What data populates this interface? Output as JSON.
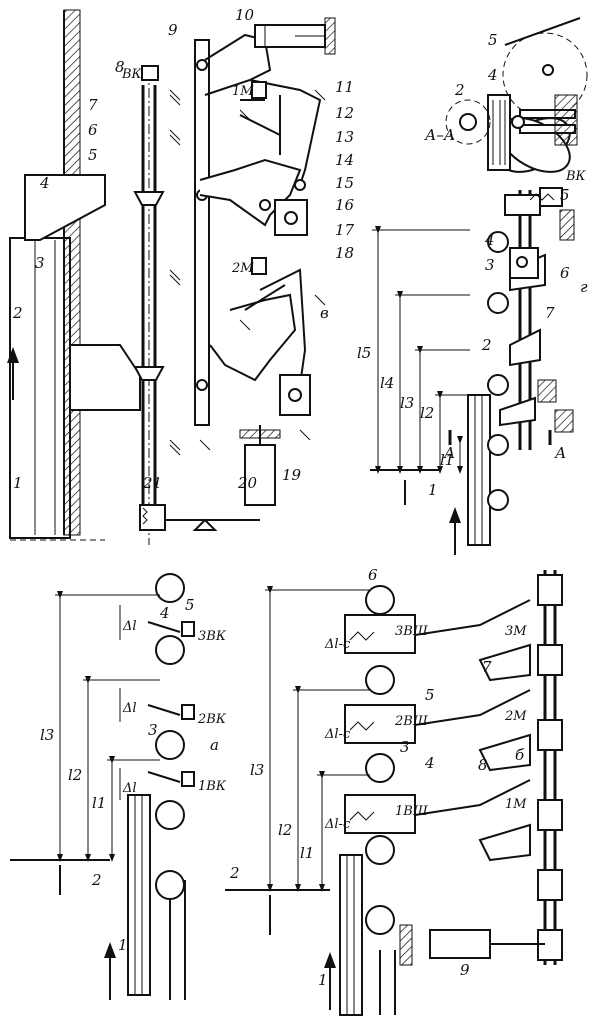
{
  "drawing": {
    "views": [
      {
        "id": "a",
        "label": "а"
      },
      {
        "id": "b",
        "label": "б"
      },
      {
        "id": "v",
        "label": "в"
      },
      {
        "id": "g",
        "label": "г"
      }
    ],
    "section_label": "А–А",
    "section_marks": [
      "А",
      "А"
    ],
    "view_a": {
      "dims": [
        "l3",
        "l2",
        "l1",
        "Δl",
        "Δl",
        "Δl"
      ],
      "parts": [
        "1",
        "2",
        "3",
        "4",
        "5"
      ],
      "switches": [
        "1ВК",
        "2ВК",
        "3ВК"
      ]
    },
    "view_b": {
      "dims": [
        "l3",
        "l2",
        "l1",
        "Δl-c",
        "Δl-c",
        "Δl-c"
      ],
      "parts": [
        "1",
        "2",
        "3",
        "4",
        "5",
        "6",
        "7",
        "8",
        "9"
      ],
      "stops": [
        "1ВШ",
        "2ВШ",
        "3ВШ"
      ],
      "magnets": [
        "1М",
        "2М",
        "3М"
      ]
    },
    "view_v": {
      "parts": [
        "1",
        "2",
        "3",
        "4",
        "5",
        "6",
        "7",
        "8",
        "9",
        "10",
        "11",
        "12",
        "13",
        "14",
        "15",
        "16",
        "17",
        "18",
        "19",
        "20",
        "21"
      ],
      "magnets": [
        "1М",
        "2М"
      ],
      "switch": "ВК"
    },
    "view_g": {
      "dims": [
        "l5",
        "l4",
        "l3",
        "l2",
        "l1"
      ],
      "parts": [
        "1",
        "2",
        "3",
        "4",
        "5",
        "6",
        "7"
      ],
      "switch": "ВК"
    },
    "view_aa": {
      "parts": [
        "2",
        "4",
        "5"
      ],
      "switch": "ВК"
    }
  }
}
